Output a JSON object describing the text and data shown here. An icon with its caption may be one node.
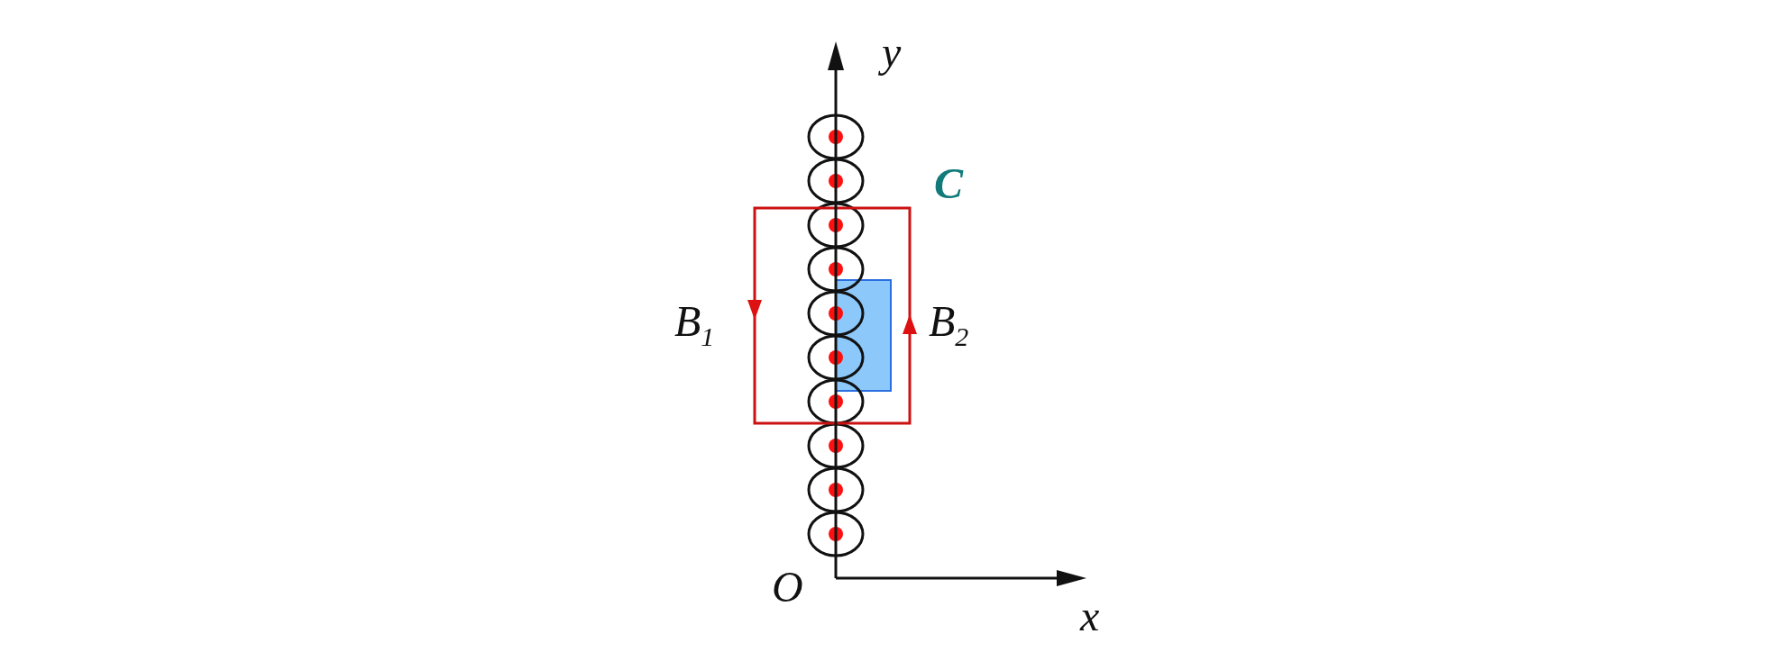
{
  "diagram": {
    "labels": [
      "y",
      "C",
      "B$_{1}$",
      "B$_{2}$",
      "O",
      "x"
    ]
  }
}
